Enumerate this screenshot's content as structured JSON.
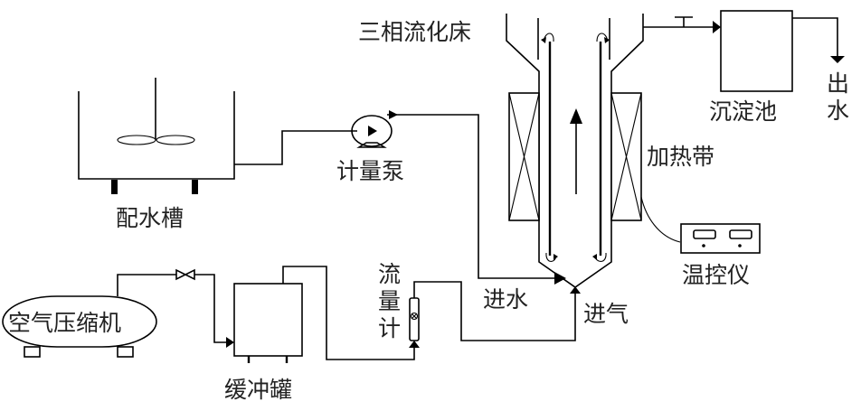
{
  "diagram": {
    "title": "三相流化床实验装置流程图",
    "components": {
      "mixing_tank": "配水槽",
      "metering_pump": "计量泵",
      "fluidized_bed": "三相流化床",
      "heating_belt": "加热带",
      "temp_controller": "温控仪",
      "settling_tank": "沉淀池",
      "outlet_water": [
        "出",
        "水"
      ],
      "air_compressor": "空气压缩机",
      "buffer_tank": "缓冲罐",
      "flowmeter": [
        "流",
        "量",
        "计"
      ],
      "water_inlet": "进水",
      "air_inlet": "进气"
    },
    "flows": [
      {
        "from": "配水槽",
        "to": "计量泵",
        "medium": "water"
      },
      {
        "from": "计量泵",
        "to": "三相流化床",
        "via": "进水",
        "medium": "water"
      },
      {
        "from": "空气压缩机",
        "to": "缓冲罐",
        "via": "valve",
        "medium": "air"
      },
      {
        "from": "缓冲罐",
        "to": "流量计",
        "medium": "air"
      },
      {
        "from": "流量计",
        "to": "三相流化床",
        "via": "进气",
        "medium": "air"
      },
      {
        "from": "三相流化床",
        "to": "沉淀池",
        "medium": "water"
      },
      {
        "from": "沉淀池",
        "to": "出水",
        "medium": "water"
      },
      {
        "from": "温控仪",
        "to": "加热带",
        "medium": "signal"
      }
    ]
  }
}
